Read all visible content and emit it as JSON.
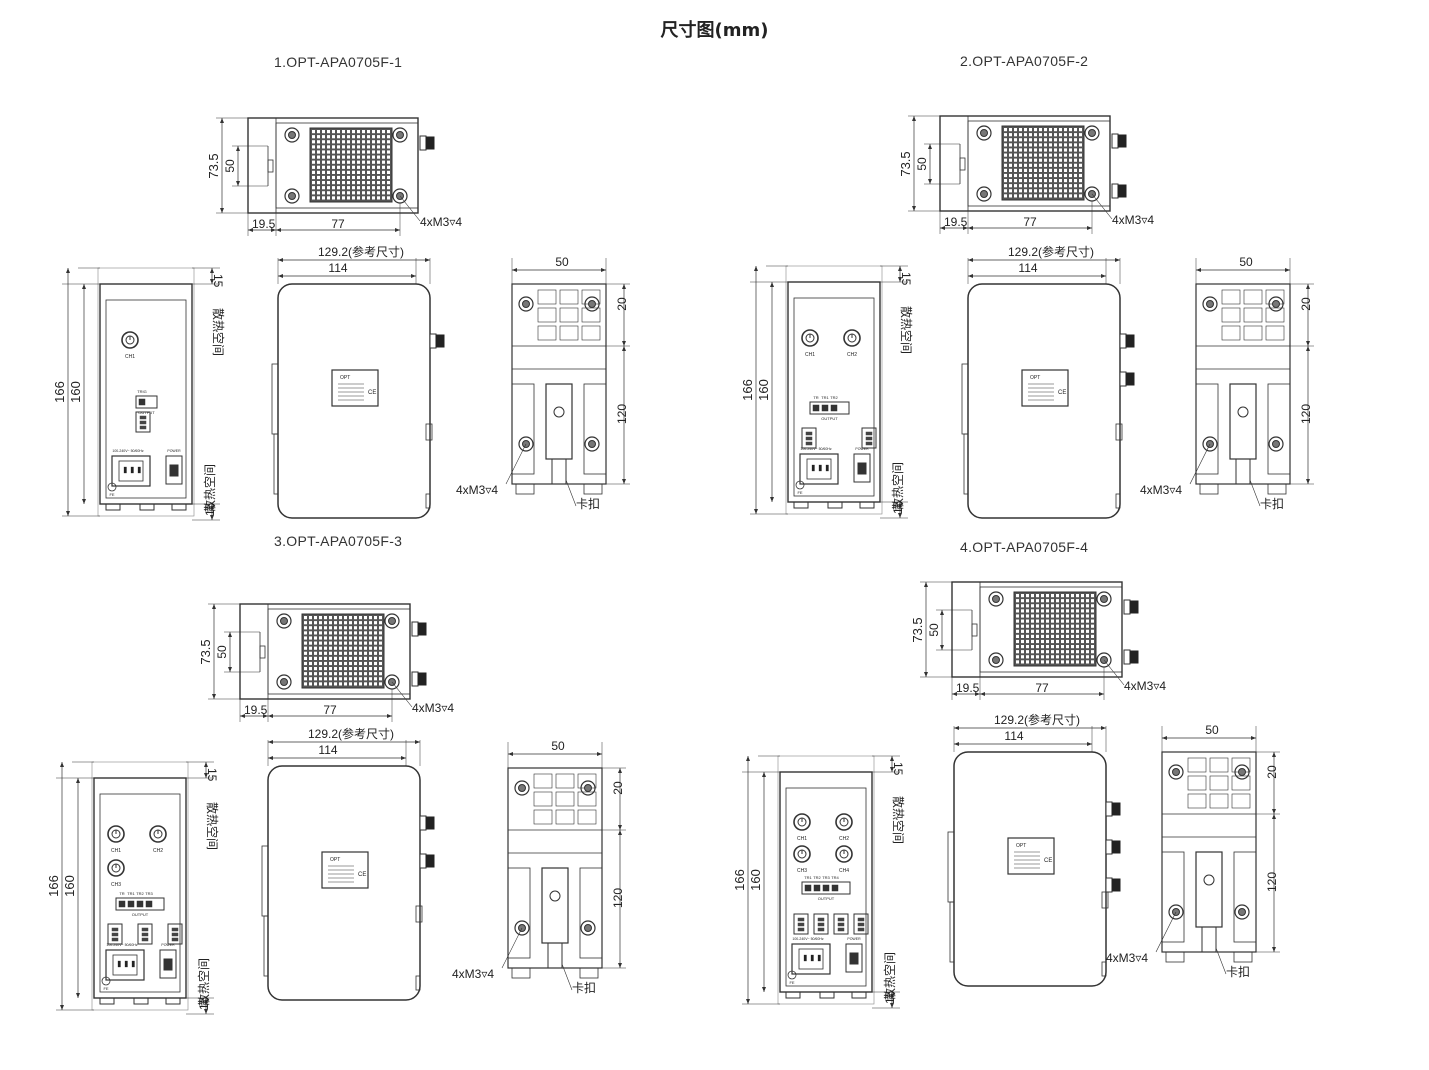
{
  "page": {
    "title": "尺寸图(mm)"
  },
  "models": [
    {
      "name": "1.OPT-APA0705F-1",
      "channels": 1,
      "outputs": 1,
      "tr_labels": [
        "TRIG"
      ],
      "channel_labels": [
        "CH1"
      ]
    },
    {
      "name": "2.OPT-APA0705F-2",
      "channels": 2,
      "outputs": 2,
      "tr_labels": [
        "TR",
        "TR1",
        "TR2"
      ],
      "channel_labels": [
        "CH1",
        "CH2"
      ]
    },
    {
      "name": "3.OPT-APA0705F-3",
      "channels": 3,
      "outputs": 3,
      "tr_labels": [
        "TR",
        "TR1",
        "TR2",
        "TR3"
      ],
      "channel_labels": [
        "CH1",
        "CH2",
        "CH3"
      ]
    },
    {
      "name": "4.OPT-APA0705F-4",
      "channels": 4,
      "outputs": 4,
      "tr_labels": [
        "TR1",
        "TR2",
        "TR3",
        "TR4"
      ],
      "channel_labels": [
        "CH1",
        "CH2",
        "CH3",
        "CH4"
      ]
    }
  ],
  "dims": {
    "top_height": "73.5",
    "top_inner": "50",
    "top_left": "19.5",
    "top_span": "77",
    "screw": "4xM3▿4",
    "total_depth": "129.2(参考尺寸)",
    "body_depth": "114",
    "height_total": "166",
    "height_body": "160",
    "clearance": "15",
    "heat_space": "散热空间",
    "side_width": "50",
    "side_top": "20",
    "side_mid": "120",
    "clip": "卡扣"
  },
  "panel_text": {
    "output": "OUTPUT",
    "power": "POWER",
    "input": "100-240V~ 50/60Hz",
    "fe": "FE",
    "logo": "OPT",
    "ce": "CE"
  }
}
